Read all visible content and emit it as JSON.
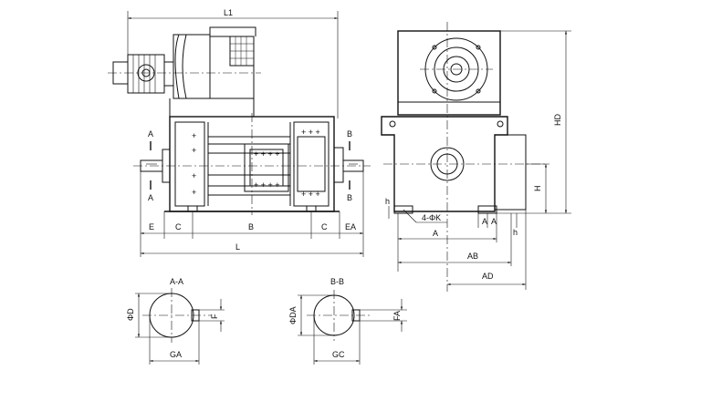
{
  "labels": {
    "L1": "L1",
    "L": "L",
    "E": "E",
    "C_left": "C",
    "B": "B",
    "C_right": "C",
    "EA": "EA",
    "A_top": "A",
    "A_bottom": "A",
    "B_top": "B",
    "B_bottom": "B",
    "HD": "HD",
    "H": "H",
    "h_left": "h",
    "h_right": "h",
    "hole": "4-ΦK",
    "A_dim": "A",
    "AA_left": "A",
    "AA_right": "A",
    "AB": "AB",
    "AD": "AD",
    "section_AA": "A-A",
    "section_BB": "B-B",
    "D": "ΦD",
    "DA": "ΦDA",
    "F": "F",
    "FA": "FA",
    "GA": "GA",
    "GC": "GC"
  }
}
